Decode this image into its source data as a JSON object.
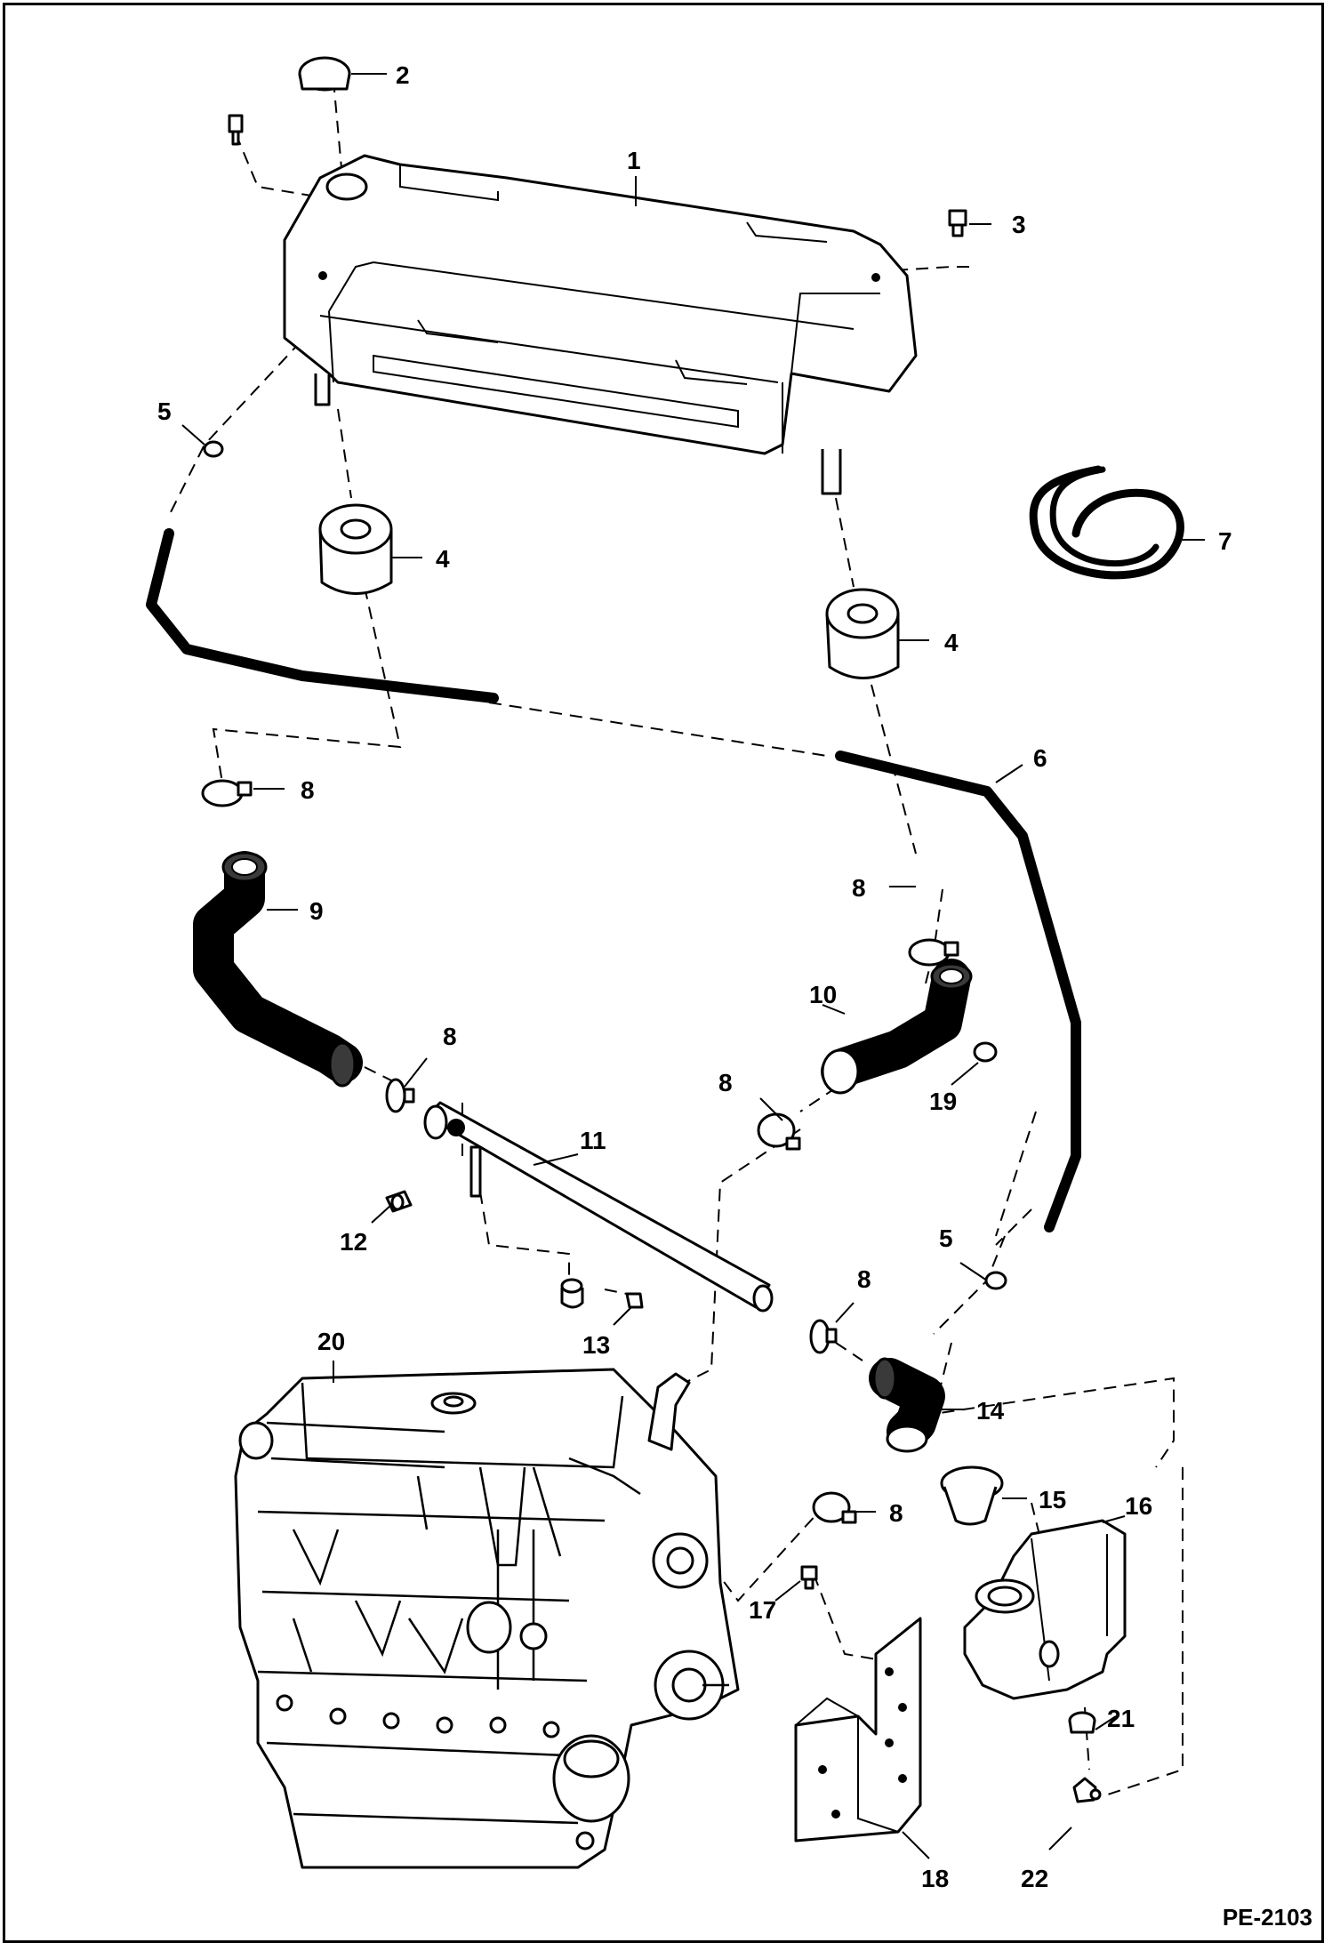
{
  "figure_ref": "PE-2103",
  "callouts": {
    "c1": "1",
    "c2": "2",
    "c3": "3",
    "c4a": "4",
    "c4b": "4",
    "c5a": "5",
    "c5b": "5",
    "c6": "6",
    "c7": "7",
    "c8a": "8",
    "c8b": "8",
    "c8c": "8",
    "c8d": "8",
    "c8e": "8",
    "c8f": "8",
    "c9": "9",
    "c10": "10",
    "c11": "11",
    "c12": "12",
    "c13": "13",
    "c14": "14",
    "c15": "15",
    "c16": "16",
    "c17": "17",
    "c18": "18",
    "c19": "19",
    "c20": "20",
    "c21": "21",
    "c22": "22"
  }
}
